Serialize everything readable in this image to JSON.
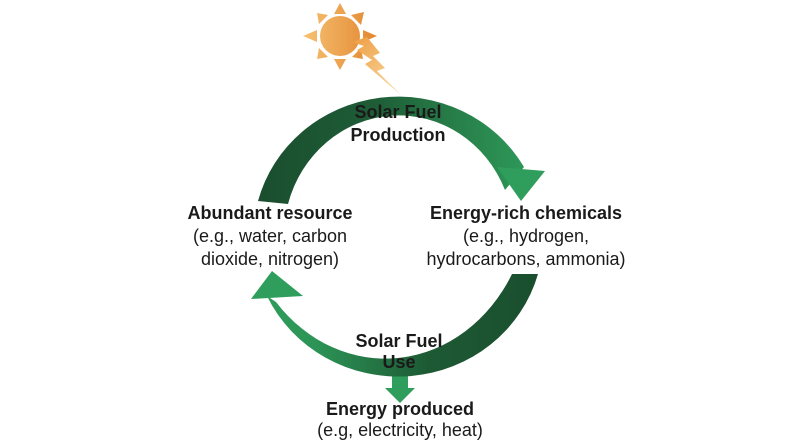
{
  "diagram": {
    "top_process": {
      "lines": [
        "Solar Fuel",
        "Production"
      ]
    },
    "right_node": {
      "title": "Energy-rich chemicals",
      "subtitle_lines": [
        "(e.g., hydrogen,",
        "hydrocarbons, ammonia)"
      ]
    },
    "left_node": {
      "title": "Abundant resource",
      "subtitle_lines": [
        "(e.g., water, carbon",
        "dioxide, nitrogen)"
      ]
    },
    "bottom_process": {
      "lines": [
        "Solar Fuel",
        "Use"
      ]
    },
    "output_node": {
      "title": "Energy produced",
      "subtitle_lines": [
        "(e.g, electricity, heat)"
      ]
    }
  },
  "icons": {
    "sun": "sun-icon",
    "lightning": "lightning-bolt-icon",
    "cycle_arrows": "green-cycle-arrows",
    "output_arrow": "down-block-arrow"
  },
  "colors": {
    "arc_dark": "#1A4E2E",
    "arc_light": "#2F9E5C",
    "sun_dark": "#E2862E",
    "sun_light": "#F6C173",
    "bolt_start": "#EE9F45",
    "bolt_tip": "#F9E0AC",
    "text": "#1A1A1A",
    "background": "#FFFFFF"
  }
}
